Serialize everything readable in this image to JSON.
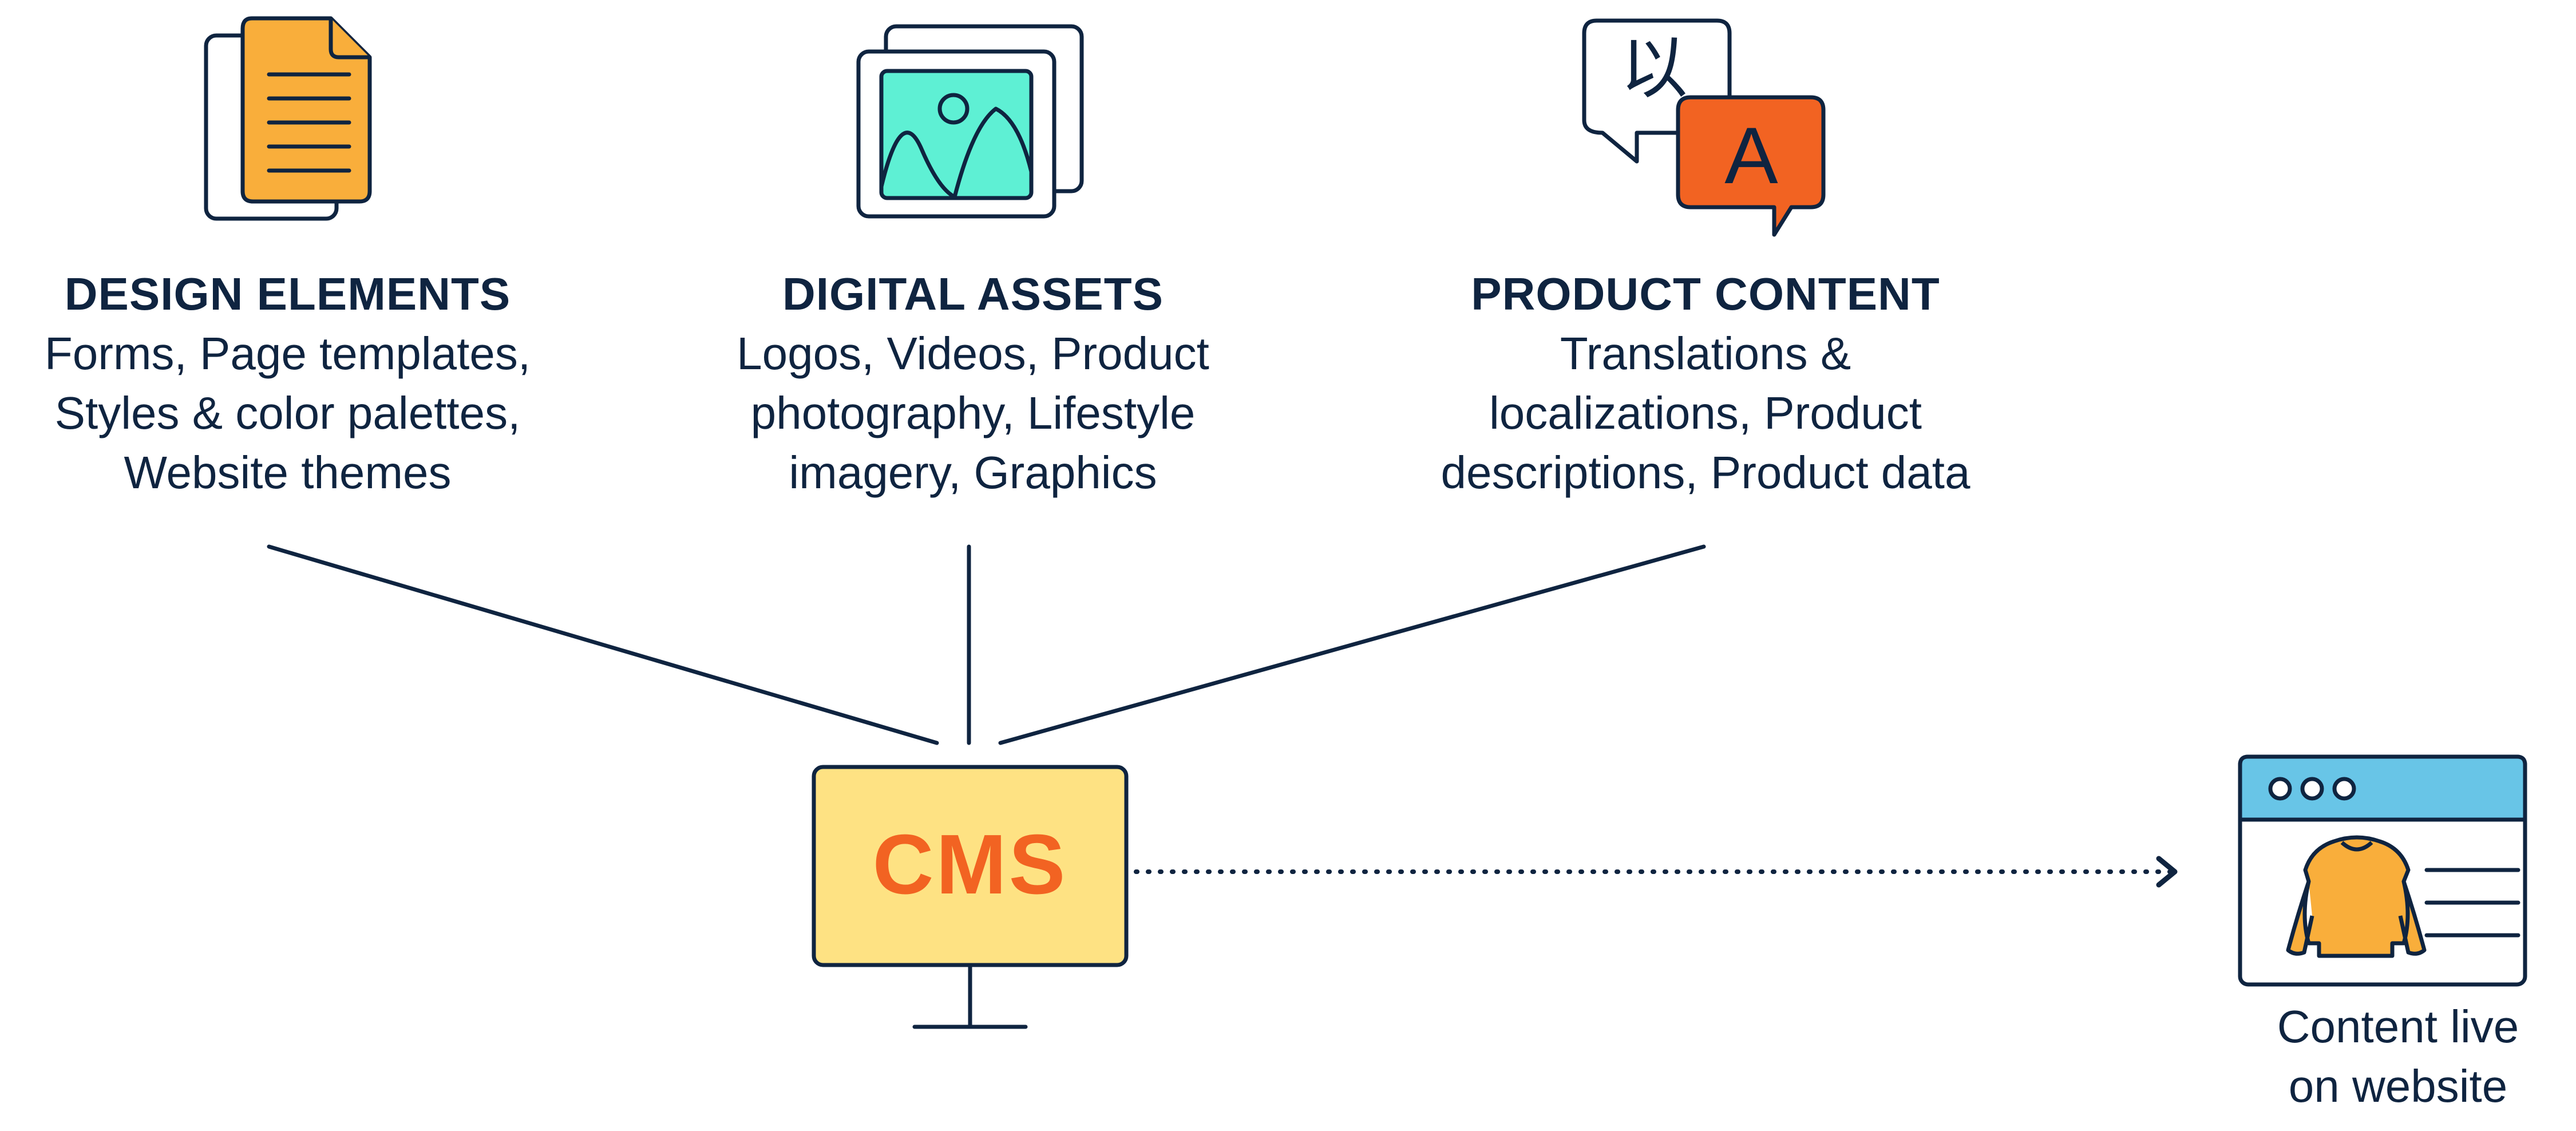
{
  "colors": {
    "ink": "#0f2440",
    "document_orange": "#f9ae3b",
    "asset_teal": "#5ef0d4",
    "speech_orange": "#f26322",
    "cms_yellow": "#fee283",
    "cms_text": "#f26322",
    "browser_bar": "#68c5e7",
    "sweater": "#f9ae3b"
  },
  "design_elements": {
    "icon": "document-icon",
    "title": "DESIGN ELEMENTS",
    "lines": [
      "Forms, Page templates,",
      "Styles & color palettes,",
      "Website themes"
    ]
  },
  "digital_assets": {
    "icon": "image-stack-icon",
    "title": "DIGITAL ASSETS",
    "lines": [
      "Logos, Videos, Product",
      "photography, Lifestyle",
      "imagery, Graphics"
    ]
  },
  "product_content": {
    "icon": "translation-bubbles-icon",
    "title": "PRODUCT CONTENT",
    "glyph_left": "以",
    "glyph_right": "A",
    "lines": [
      "Translations &",
      "localizations, Product",
      "descriptions, Product data"
    ]
  },
  "cms": {
    "icon": "monitor-icon",
    "label": "CMS"
  },
  "website": {
    "icon": "browser-window-icon",
    "lines": [
      "Content live",
      "on website"
    ]
  }
}
